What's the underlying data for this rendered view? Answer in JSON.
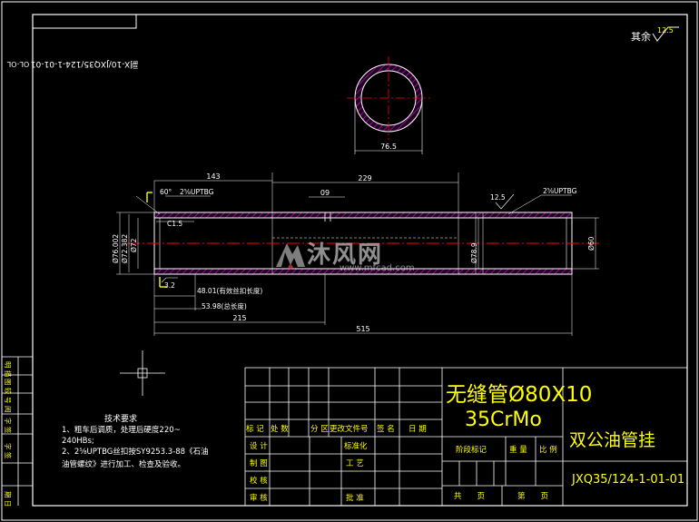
{
  "drawing_code_stamp": "副X-10/JXQ35/124-1-01-01",
  "drawing_code_stamp_tail": "OL-OL",
  "roughness_note": {
    "label": "其余",
    "value": "12.5"
  },
  "section_view": {
    "dim_outer": "76.5"
  },
  "main_view": {
    "dim_143": "143",
    "dim_229": "229",
    "dim_09": "09",
    "dim_215": "215",
    "dim_515": "515",
    "thread_left": "2⅝UPTBG",
    "thread_right": "2⅝UPTBG",
    "chamfer_left": "60°",
    "chamfer_c": "C1.5",
    "roughness_left": "3.2",
    "roughness_right": "12.5",
    "dim_d1": "Ø76.002",
    "dim_d2": "Ø72.382",
    "dim_d3": "Ø72",
    "dim_d4": "Ø78.9",
    "dim_d5": "Ø60",
    "dim_thread_len": "48.01(有效丝扣长度)",
    "dim_total_thread": "53.98(总长度)"
  },
  "tech_requirements": {
    "title": "技术要求",
    "line1": "1、粗车后调质，处理后硬度220~",
    "line2": "240HBs;",
    "line3": "2、2⅝UPTBG丝扣按SY9253.3-88《石油",
    "line4": "油管螺纹》进行加工、检查及验收。"
  },
  "left_strip": [
    "明 描",
    "图 较",
    "号 阅",
    "字 签",
    "字 签",
    "期 日"
  ],
  "title_block": {
    "material_name": "无缝管Ø80X10",
    "material_grade": "35CrMo",
    "part_name": "双公油管挂",
    "drawing_number": "JXQ35/124-1-01-01",
    "rev_headers": [
      "标 记",
      "处 数",
      "分 区",
      "更改文件号",
      "签 名",
      "日 期"
    ],
    "roles": [
      "设 计",
      "制 图",
      "校 核",
      "审 核"
    ],
    "std_label": "标准化",
    "process_label": "工 艺",
    "approve_label": "批 准",
    "stage_label": "阶段标记",
    "weight_label": "重 量",
    "scale_label": "比 例",
    "total_label": "共　　页",
    "sheet_label": "第　　页"
  },
  "watermark": {
    "cn": "沐风网",
    "url": "www.mfcad.com"
  },
  "colors": {
    "background": "#000000",
    "frame": "#ffffff",
    "dimension": "#ffffff",
    "text_yellow": "#ffff00",
    "centerline": "#ff0000",
    "hatch": "#c000c0",
    "leader": "#00c8c8"
  }
}
